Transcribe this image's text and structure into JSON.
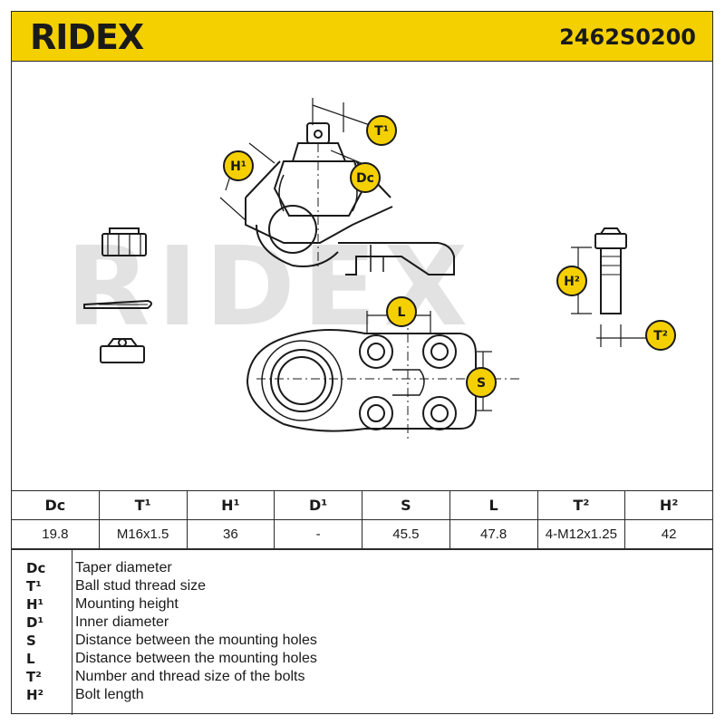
{
  "header": {
    "brand": "RIDEX",
    "part_number": "2462S0200",
    "accent_color": "#f5d000"
  },
  "drawing": {
    "watermark": "RIDEX",
    "labels": {
      "t1": "T¹",
      "h1": "H¹",
      "dc": "Dc",
      "l": "L",
      "s": "S",
      "h2": "H²",
      "t2": "T²"
    }
  },
  "spec_table": {
    "headers": [
      "Dc",
      "T¹",
      "H¹",
      "D¹",
      "S",
      "L",
      "T²",
      "H²"
    ],
    "values": [
      "19.8",
      "M16x1.5",
      "36",
      "-",
      "45.5",
      "47.8",
      "4-M12x1.25",
      "42"
    ]
  },
  "legend": [
    {
      "key": "Dc",
      "desc": "Taper diameter"
    },
    {
      "key": "T¹",
      "desc": "Ball stud thread size"
    },
    {
      "key": "H¹",
      "desc": "Mounting height"
    },
    {
      "key": "D¹",
      "desc": "Inner diameter"
    },
    {
      "key": "S",
      "desc": "Distance between the mounting holes"
    },
    {
      "key": "L",
      "desc": "Distance between the mounting holes"
    },
    {
      "key": "T²",
      "desc": "Number and thread size of the bolts"
    },
    {
      "key": "H²",
      "desc": "Bolt length"
    }
  ]
}
